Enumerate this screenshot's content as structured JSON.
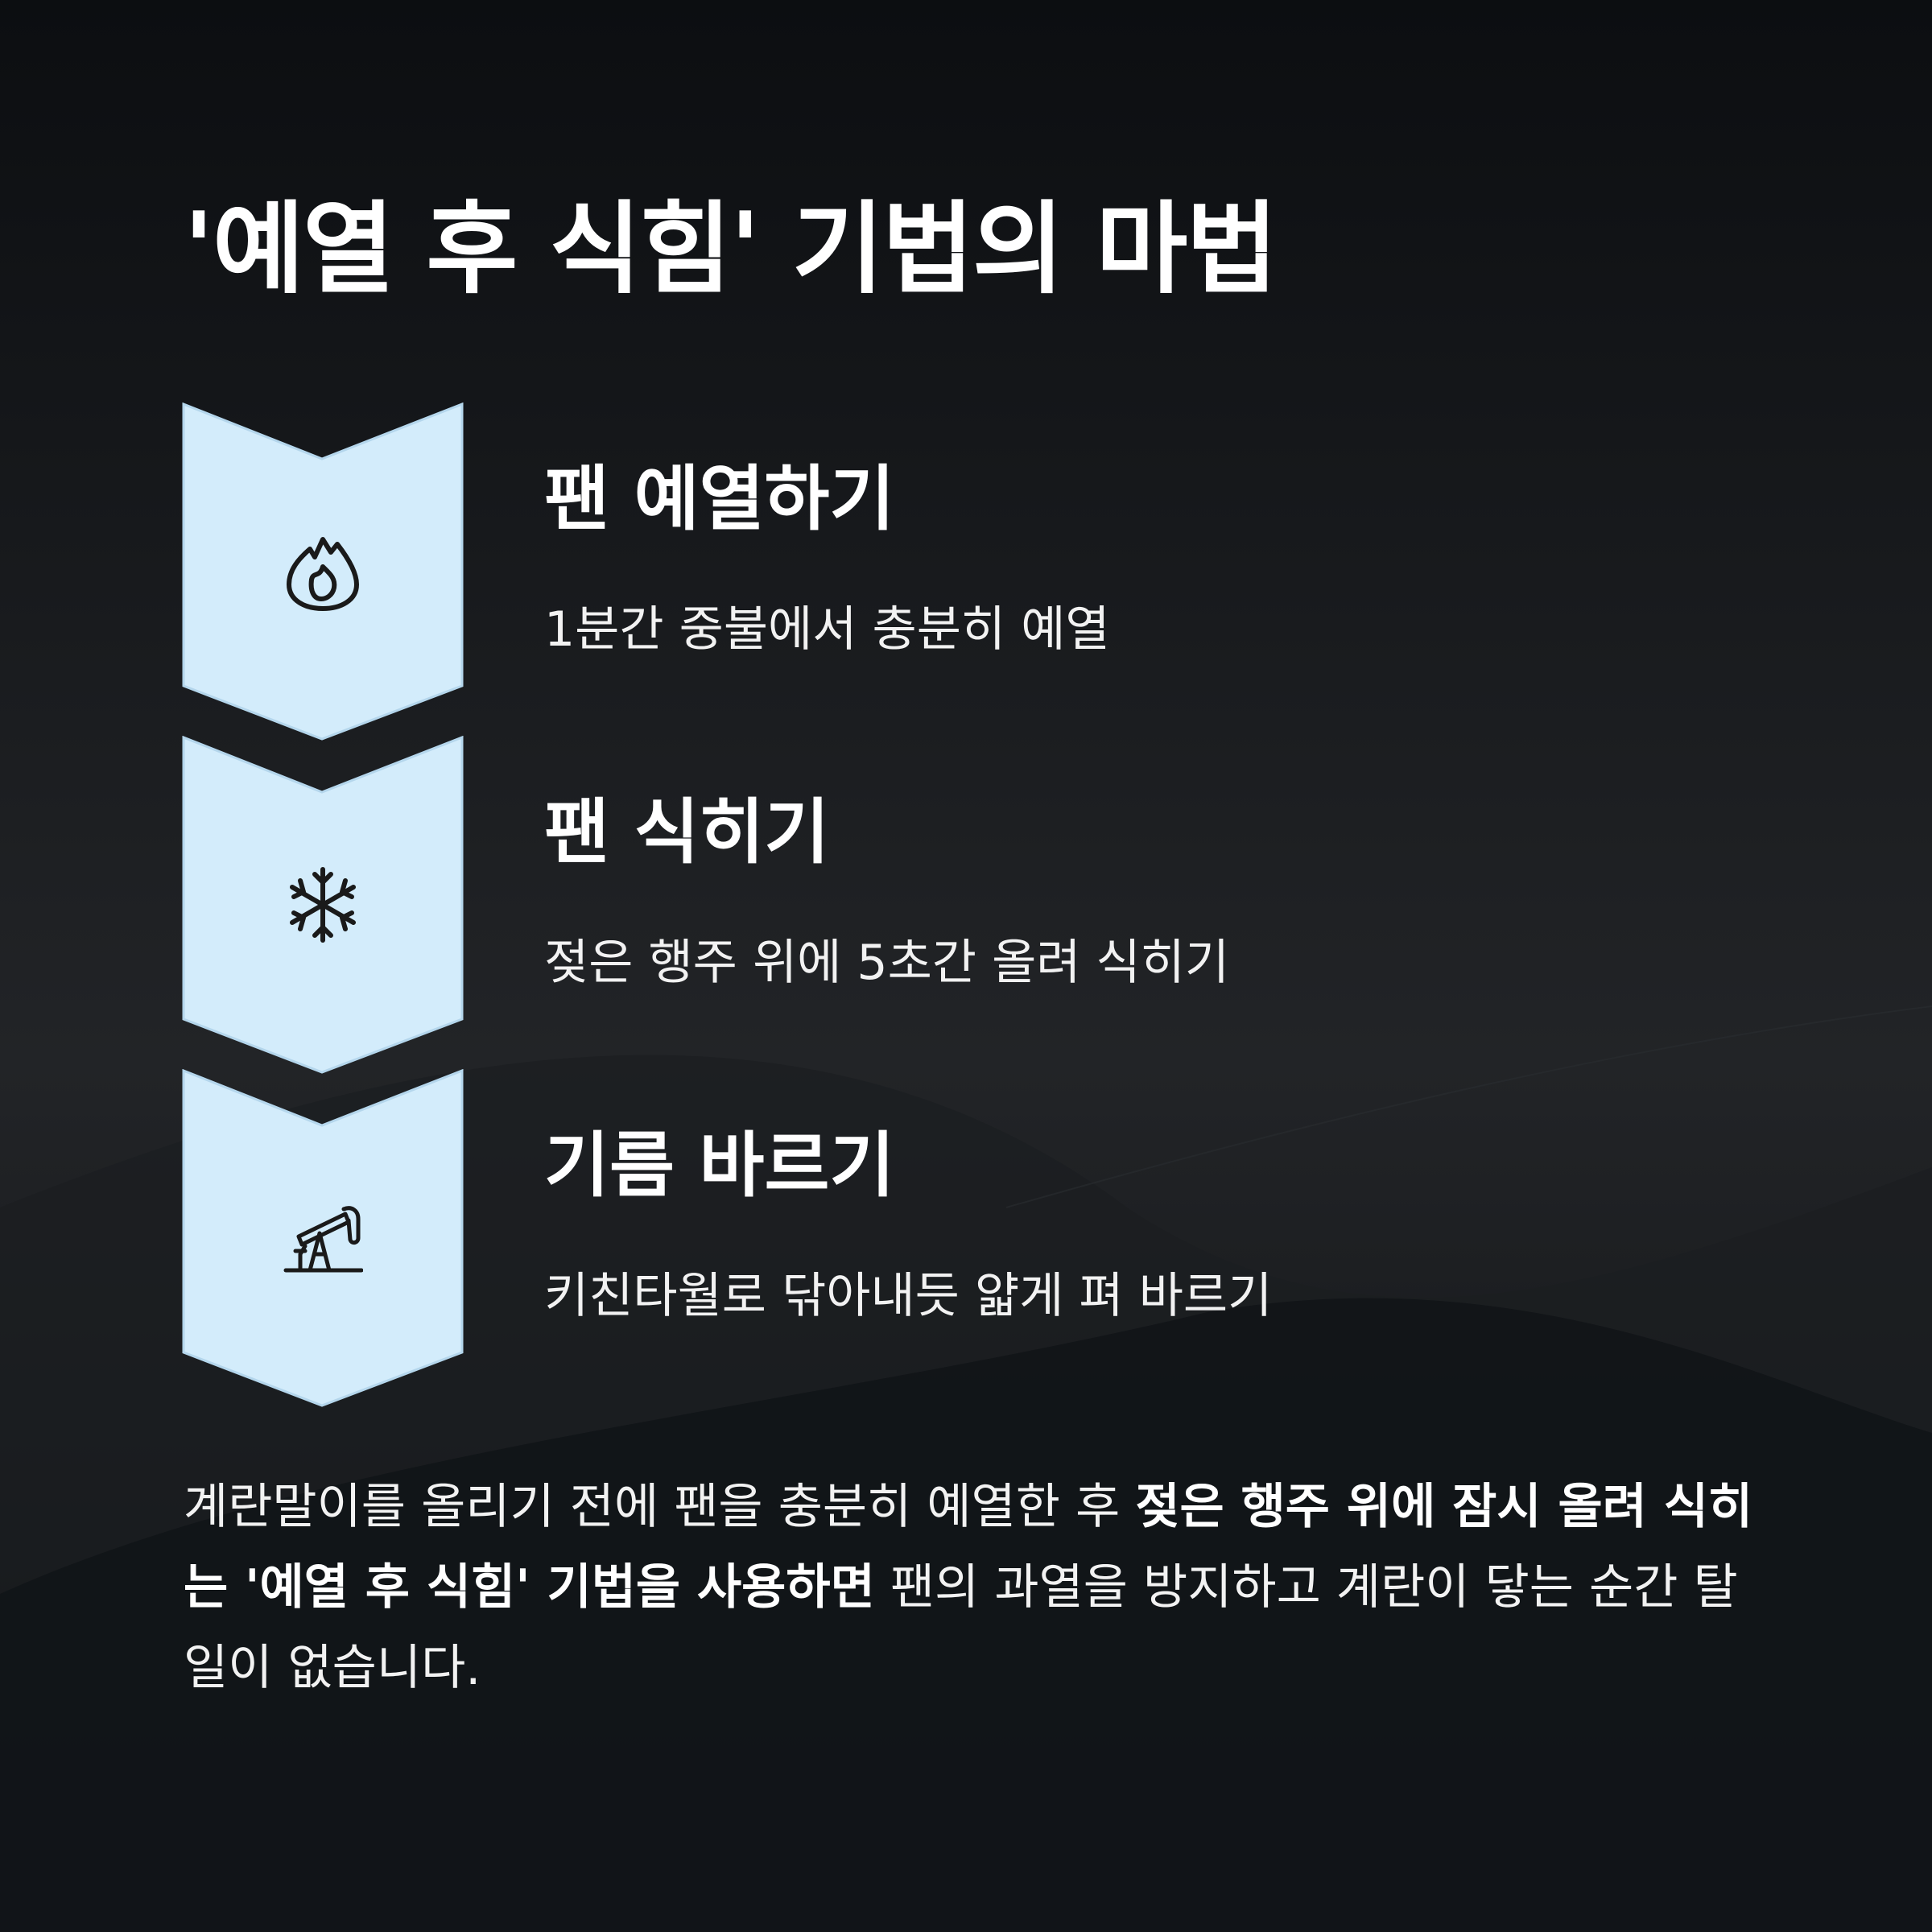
{
  "title": "'예열 후 식힘' 기법의 마법",
  "colors": {
    "background": "#15181c",
    "chevron_fill": "#d3ecfb",
    "chevron_stroke": "#b4d6ec",
    "icon_stroke": "#1a1a1a",
    "text": "#ffffff"
  },
  "steps": [
    {
      "title": "팬 예열하기",
      "description": "1분간 중불에서 충분히 예열",
      "icon": "flame-icon"
    },
    {
      "title": "팬 식히기",
      "description": "젖은 행주 위에 5초간 올려 식히기",
      "icon": "snowflake-icon"
    },
    {
      "title": "기름 바르기",
      "description": "키친타월로 닦아내듯 얇게 펴 바르기",
      "icon": "oil-pump-icon"
    }
  ],
  "summary": {
    "part1": "계란말이를 올리기 전에 팬을 충분히 예열한 후 ",
    "bold": "젖은 행주 위에 잠시 올려 식히는 '예열 후 식힘' 기법을 사용하면",
    "part2": " 팬의 과열을 방지하고 계란이 닿는 순간 탈 일이 없습니다."
  }
}
